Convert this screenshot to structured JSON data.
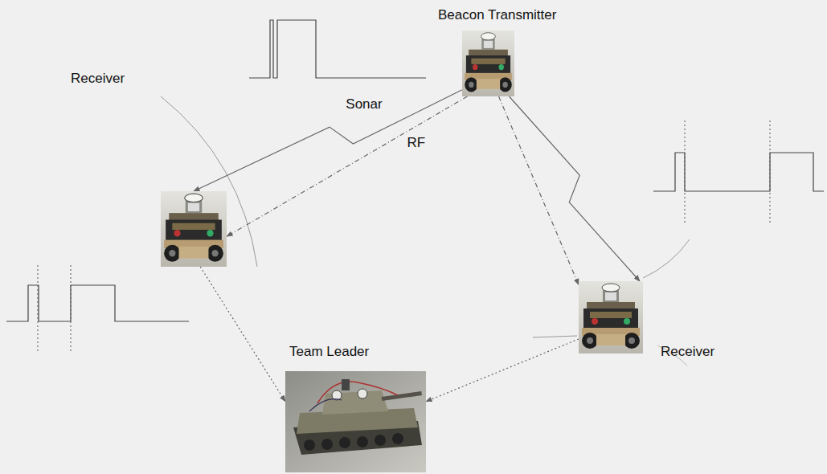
{
  "diagram": {
    "nodes": [
      {
        "text": [
          "Beacon Transmitter"
        ]
      },
      {
        "text": [
          "Receiver"
        ]
      },
      {
        "text": [
          "Receiver"
        ]
      },
      {
        "text": [
          "Team Leader"
        ]
      }
    ],
    "edges": [
      {
        "from": 0,
        "to": 1,
        "label": "Sonar",
        "arrow": "to"
      },
      {
        "from": 0,
        "to": 1,
        "label": "RF",
        "arrow": "to"
      },
      {
        "from": 0,
        "to": 2,
        "arrow": "to"
      },
      {
        "from": 0,
        "to": 2,
        "arrow": "to"
      },
      {
        "from": 1,
        "to": 3,
        "arrow": "to"
      },
      {
        "from": 2,
        "to": 3,
        "arrow": "to"
      }
    ]
  }
}
